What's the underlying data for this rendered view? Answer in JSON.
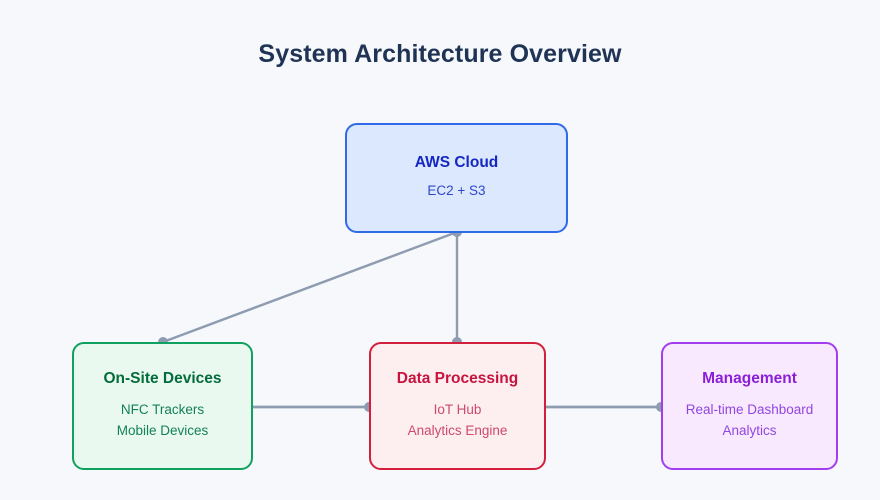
{
  "diagram": {
    "title": "System Architecture Overview",
    "background_color": "#f7f8fb",
    "title_color": "#1f3355",
    "edge_color": "#8d9cb0",
    "nodes": [
      {
        "id": "aws-cloud",
        "title": "AWS Cloud",
        "subtitle_lines": [
          "EC2 + S3"
        ],
        "border_color": "#2f6ae8",
        "fill_color": "#dbe8fd",
        "title_color": "#1526c3",
        "subtitle_color": "#2f47c9"
      },
      {
        "id": "on-site-devices",
        "title": "On-Site Devices",
        "subtitle_lines": [
          "NFC Trackers",
          "Mobile Devices"
        ],
        "border_color": "#0fa15f",
        "fill_color": "#e9f9ef",
        "title_color": "#046c3a",
        "subtitle_color": "#13805c"
      },
      {
        "id": "data-processing",
        "title": "Data Processing",
        "subtitle_lines": [
          "IoT Hub",
          "Analytics Engine"
        ],
        "border_color": "#d31f3e",
        "fill_color": "#fdeef0",
        "title_color": "#c8143f",
        "subtitle_color": "#cd4a6c"
      },
      {
        "id": "management",
        "title": "Management",
        "subtitle_lines": [
          "Real-time Dashboard",
          "Analytics"
        ],
        "border_color": "#a33ef0",
        "fill_color": "#f8e9fe",
        "title_color": "#8b1fd8",
        "subtitle_color": "#9246e0"
      }
    ],
    "edges": [
      {
        "id": "aws-cloud-to-on-site-devices",
        "from": "aws-cloud",
        "to": "on-site-devices"
      },
      {
        "id": "aws-cloud-to-data-processing",
        "from": "aws-cloud",
        "to": "data-processing"
      },
      {
        "id": "on-site-devices-to-data-processing",
        "from": "on-site-devices",
        "to": "data-processing"
      },
      {
        "id": "data-processing-to-management",
        "from": "data-processing",
        "to": "management"
      }
    ]
  }
}
